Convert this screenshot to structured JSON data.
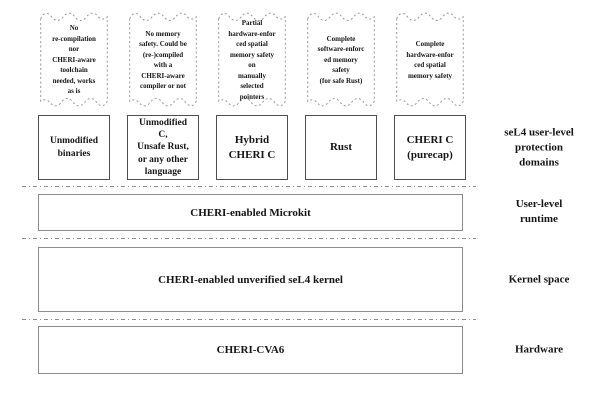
{
  "annotations": [
    {
      "text": "No\nre-compilation\nnor\nCHERI-aware\ntoolchain\nneeded, works\nas is"
    },
    {
      "text": "No memory\nsafety. Could be\n(re-)compiled\nwith a\nCHERI-aware\ncompiler or not"
    },
    {
      "text": "Partial\nhardware-enfor\nced spatial\nmemory safety\non\nmanually\nselected\npointers"
    },
    {
      "text": "Complete\nsoftware-enforc\ned memory\nsafety\n(for safe Rust)"
    },
    {
      "text": "Complete\nhardware-enfor\nced spatial\nmemory safety"
    }
  ],
  "protection_domains": [
    {
      "label": "Unmodified\nbinaries"
    },
    {
      "label": "Unmodified\nC,\nUnsafe Rust,\nor any other\nlanguage"
    },
    {
      "label": "Hybrid\nCHERI C"
    },
    {
      "label": "Rust"
    },
    {
      "label": "CHERI C\n(purecap)"
    }
  ],
  "layers": [
    {
      "label": "CHERI-enabled Microkit"
    },
    {
      "label": "CHERI-enabled unverified seL4 kernel"
    },
    {
      "label": "CHERI-CVA6"
    }
  ],
  "side_labels": [
    {
      "text": "seL4 user-level\nprotection\ndomains"
    },
    {
      "text": "User-level\nruntime"
    },
    {
      "text": "Kernel space"
    },
    {
      "text": "Hardware"
    }
  ],
  "colors": {
    "background": "#ffffff",
    "text": "#151515",
    "domain_box_border": "#4f4f4f",
    "layer_box_border": "#8c8c8c",
    "cloud_border": "#9a9a9a",
    "separator": "#8c8c8c"
  }
}
